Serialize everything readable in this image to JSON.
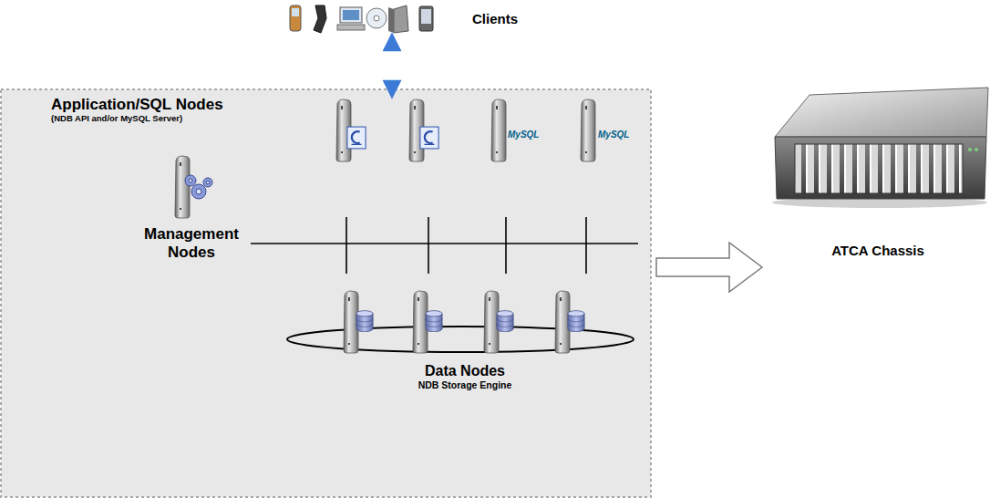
{
  "diagram": {
    "nodes": [
      {
        "text": [
          "Clients"
        ]
      },
      {
        "text": [
          "Application/SQL Nodes",
          "(NDB API and/or MySQL Server)"
        ]
      },
      {
        "text": [
          "Management Nodes"
        ]
      },
      {
        "text": [
          "Data Nodes",
          "NDB Storage Engine"
        ]
      },
      {
        "text": [
          "ATCA Chassis"
        ]
      }
    ],
    "edges": [
      {
        "from": 0,
        "to": 1,
        "arrow": "both"
      },
      {
        "from": 1,
        "to": 4,
        "arrow": "to"
      }
    ],
    "labels": [
      "MySQL",
      "MySQL"
    ]
  }
}
